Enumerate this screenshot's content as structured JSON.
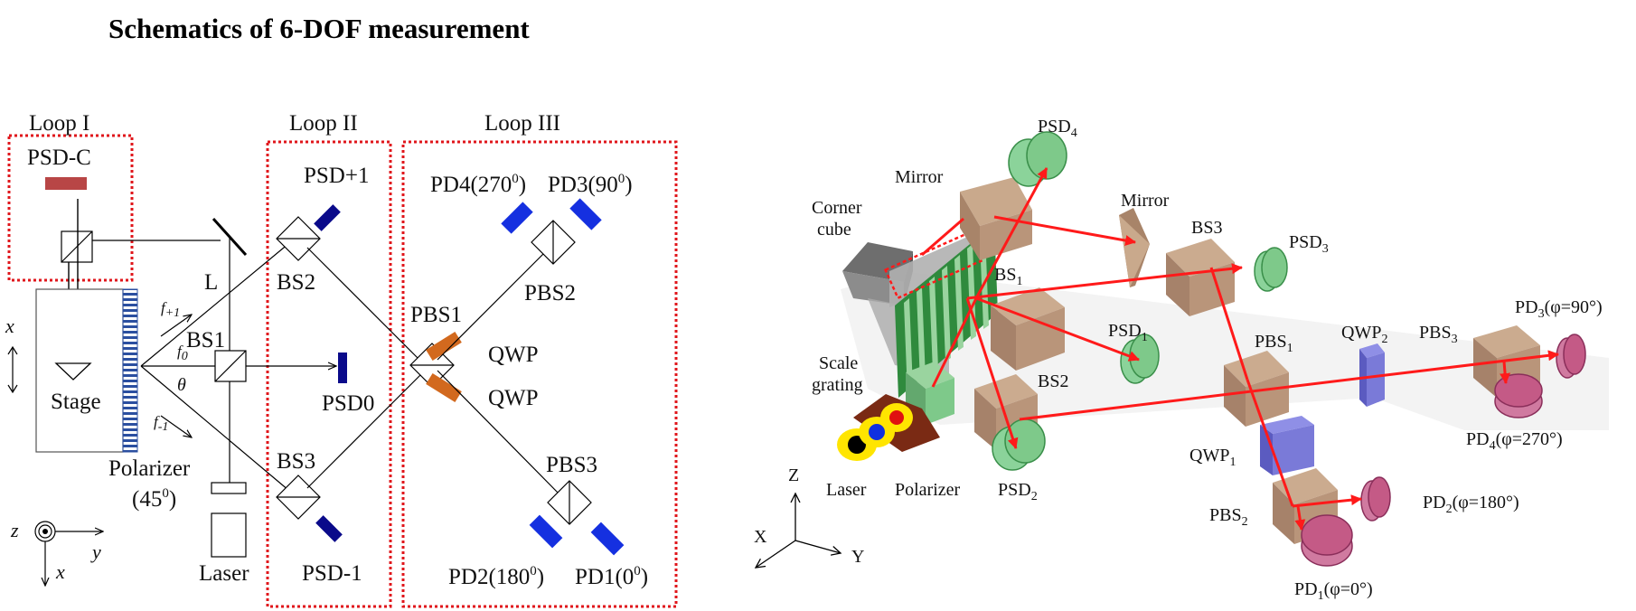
{
  "title": "Schematics of 6-DOF measurement",
  "left": {
    "loops": [
      "Loop I",
      "Loop II",
      "Loop III"
    ],
    "labels": {
      "psd_c": "PSD-C",
      "psd_p1": "PSD+1",
      "psd0": "PSD0",
      "psd_m1": "PSD-1",
      "bs1": "BS1",
      "bs2": "BS2",
      "bs3": "BS3",
      "pbs1": "PBS1",
      "pbs2": "PBS2",
      "pbs3": "PBS3",
      "qwp_a": "QWP",
      "qwp_b": "QWP",
      "pd4": "PD4(270",
      "pd3": "PD3(90",
      "pd2": "PD2(180",
      "pd1": "PD1(0",
      "deg": "0",
      "close_paren": ")",
      "l": "L",
      "stage": "Stage",
      "polarizer": "Polarizer",
      "polarizer_angle": "(45",
      "laser": "Laser",
      "theta": "θ",
      "f": "f",
      "f_p1_sub": "+1",
      "f0_sub": "0",
      "f_m1_sub": "-1",
      "axis_x": "x",
      "axis_y": "y",
      "axis_z": "z",
      "axis_x2": "x"
    }
  },
  "right": {
    "labels": {
      "psd": "PSD",
      "psd4_sub": "4",
      "psd3_sub": "3",
      "psd1_sub": "1",
      "psd2_sub": "2",
      "mirror_a": "Mirror",
      "mirror_b": "Mirror",
      "corner": "Corner",
      "cube": "cube",
      "bs": "BS",
      "bs1_sub": "1",
      "bs2": "BS2",
      "bs3": "BS3",
      "pbs": "PBS",
      "pbs1_sub": "1",
      "pbs2_sub": "2",
      "pbs3_sub": "3",
      "qwp": "QWP",
      "qwp1_sub": "1",
      "qwp2_sub": "2",
      "scale": "Scale",
      "grating": "grating",
      "laser": "Laser",
      "polarizer": "Polarizer",
      "pd": "PD",
      "pd3_tail": "(φ=90°)",
      "pd4_tail": "(φ=270°)",
      "pd2_tail": "(φ=180°)",
      "pd1_tail": "(φ=0°)",
      "axis_z": "Z",
      "axis_x": "X",
      "axis_y": "Y"
    }
  },
  "colors": {
    "loop_border": "#e0161b",
    "psd_dark": "#0a0a8a",
    "psd_blue": "#1530e0",
    "psd_c": "#b84646",
    "qwp_orange": "#d2691e",
    "beam_red": "#ff1a1a",
    "cube_brown": "#b9957a",
    "green": "#7ec98a",
    "pink": "#c45a86",
    "qwp_purple": "#7a7ad8"
  }
}
